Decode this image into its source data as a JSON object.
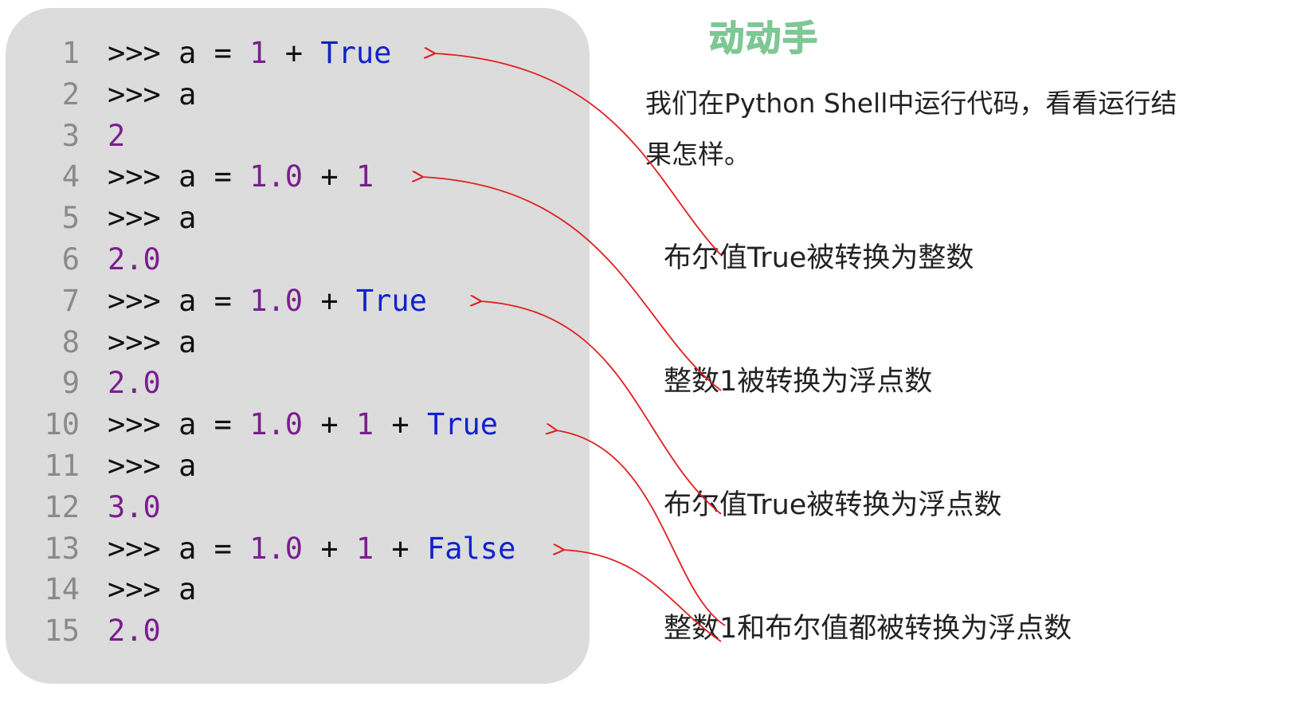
{
  "title": "动动手",
  "intro": {
    "line1": "我们在Python Shell中运行代码，看看运行结",
    "line2": "果怎样。"
  },
  "code_lines": [
    {
      "n": "1",
      "tokens": [
        {
          "t": ">>> a = ",
          "c": "plain"
        },
        {
          "t": "1",
          "c": "num"
        },
        {
          "t": " + ",
          "c": "plain"
        },
        {
          "t": "True",
          "c": "kw"
        }
      ]
    },
    {
      "n": "2",
      "tokens": [
        {
          "t": ">>> a",
          "c": "plain"
        }
      ]
    },
    {
      "n": "3",
      "tokens": [
        {
          "t": "2",
          "c": "num"
        }
      ]
    },
    {
      "n": "4",
      "tokens": [
        {
          "t": ">>> a = ",
          "c": "plain"
        },
        {
          "t": "1.0",
          "c": "num"
        },
        {
          "t": " + ",
          "c": "plain"
        },
        {
          "t": "1",
          "c": "num"
        }
      ]
    },
    {
      "n": "5",
      "tokens": [
        {
          "t": ">>> a",
          "c": "plain"
        }
      ]
    },
    {
      "n": "6",
      "tokens": [
        {
          "t": "2.0",
          "c": "num"
        }
      ]
    },
    {
      "n": "7",
      "tokens": [
        {
          "t": ">>> a = ",
          "c": "plain"
        },
        {
          "t": "1.0",
          "c": "num"
        },
        {
          "t": " + ",
          "c": "plain"
        },
        {
          "t": "True",
          "c": "kw"
        }
      ]
    },
    {
      "n": "8",
      "tokens": [
        {
          "t": ">>> a",
          "c": "plain"
        }
      ]
    },
    {
      "n": "9",
      "tokens": [
        {
          "t": "2.0",
          "c": "num"
        }
      ]
    },
    {
      "n": "10",
      "tokens": [
        {
          "t": ">>> a = ",
          "c": "plain"
        },
        {
          "t": "1.0",
          "c": "num"
        },
        {
          "t": " + ",
          "c": "plain"
        },
        {
          "t": "1",
          "c": "num"
        },
        {
          "t": " + ",
          "c": "plain"
        },
        {
          "t": "True",
          "c": "kw"
        }
      ]
    },
    {
      "n": "11",
      "tokens": [
        {
          "t": ">>> a",
          "c": "plain"
        }
      ]
    },
    {
      "n": "12",
      "tokens": [
        {
          "t": "3.0",
          "c": "num"
        }
      ]
    },
    {
      "n": "13",
      "tokens": [
        {
          "t": ">>> a = ",
          "c": "plain"
        },
        {
          "t": "1.0",
          "c": "num"
        },
        {
          "t": " + ",
          "c": "plain"
        },
        {
          "t": "1",
          "c": "num"
        },
        {
          "t": " + ",
          "c": "plain"
        },
        {
          "t": "False",
          "c": "kw"
        }
      ]
    },
    {
      "n": "14",
      "tokens": [
        {
          "t": ">>> a",
          "c": "plain"
        }
      ]
    },
    {
      "n": "15",
      "tokens": [
        {
          "t": "2.0",
          "c": "num"
        }
      ]
    }
  ],
  "annotations": [
    "布尔值True被转换为整数",
    "整数1被转换为浮点数",
    "布尔值True被转换为浮点数",
    "整数1和布尔值都被转换为浮点数"
  ],
  "colors": {
    "panel": "#dcdcdc",
    "line_number": "#8a8a8a",
    "plain": "#111111",
    "number": "#7a1f8e",
    "keyword": "#1122cc",
    "arrow": "#e02020",
    "title": "#8fd1a2"
  }
}
